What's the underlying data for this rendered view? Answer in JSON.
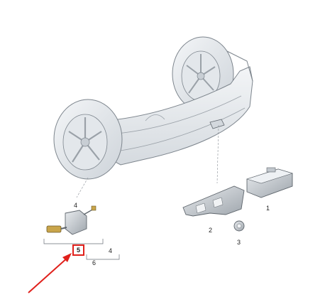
{
  "labels": {
    "p1": "1",
    "p2": "2",
    "p3": "3",
    "p4_top": "4",
    "p4_bottom": "4",
    "p5": "5",
    "p6": "6"
  },
  "highlight_color": "#e0201b",
  "arrow_color": "#e0201b"
}
